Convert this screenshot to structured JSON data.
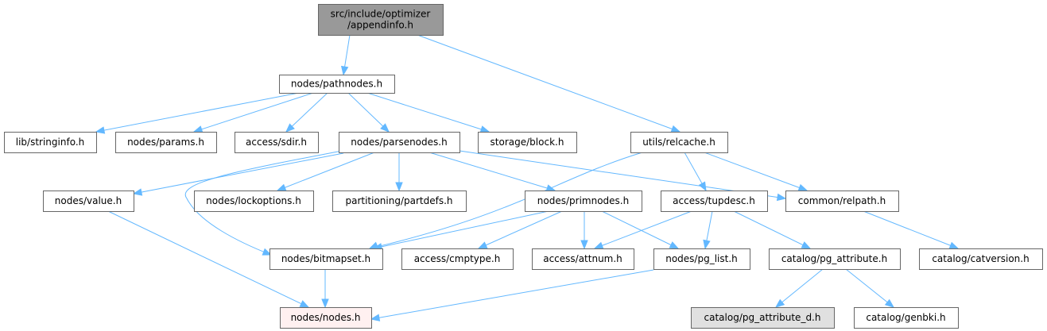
{
  "diagram": {
    "type": "include-dependency-graph",
    "colors": {
      "edge": "#63b8ff",
      "root_fill": "#999999",
      "node_fill": "#ffffff",
      "node_border": "#666666",
      "missing_fill": "#e0e0e0",
      "highlight_fill": "#fff0f0",
      "highlight_border": "#ff0000"
    },
    "nodes": [
      {
        "id": "appendinfo",
        "lines": [
          "src/include/optimizer",
          "/appendinfo.h"
        ],
        "style": "root"
      },
      {
        "id": "pathnodes",
        "lines": [
          "nodes/pathnodes.h"
        ],
        "style": "normal"
      },
      {
        "id": "relcache",
        "lines": [
          "utils/relcache.h"
        ],
        "style": "normal"
      },
      {
        "id": "stringinfo",
        "lines": [
          "lib/stringinfo.h"
        ],
        "style": "normal"
      },
      {
        "id": "params",
        "lines": [
          "nodes/params.h"
        ],
        "style": "normal"
      },
      {
        "id": "sdir",
        "lines": [
          "access/sdir.h"
        ],
        "style": "normal"
      },
      {
        "id": "parsenodes",
        "lines": [
          "nodes/parsenodes.h"
        ],
        "style": "normal"
      },
      {
        "id": "block",
        "lines": [
          "storage/block.h"
        ],
        "style": "normal"
      },
      {
        "id": "value",
        "lines": [
          "nodes/value.h"
        ],
        "style": "normal"
      },
      {
        "id": "lockoptions",
        "lines": [
          "nodes/lockoptions.h"
        ],
        "style": "normal"
      },
      {
        "id": "partdefs",
        "lines": [
          "partitioning/partdefs.h"
        ],
        "style": "normal"
      },
      {
        "id": "primnodes",
        "lines": [
          "nodes/primnodes.h"
        ],
        "style": "normal"
      },
      {
        "id": "tupdesc",
        "lines": [
          "access/tupdesc.h"
        ],
        "style": "normal"
      },
      {
        "id": "relpath",
        "lines": [
          "common/relpath.h"
        ],
        "style": "normal"
      },
      {
        "id": "bitmapset",
        "lines": [
          "nodes/bitmapset.h"
        ],
        "style": "normal"
      },
      {
        "id": "cmptype",
        "lines": [
          "access/cmptype.h"
        ],
        "style": "normal"
      },
      {
        "id": "attnum",
        "lines": [
          "access/attnum.h"
        ],
        "style": "normal"
      },
      {
        "id": "pg_list",
        "lines": [
          "nodes/pg_list.h"
        ],
        "style": "normal"
      },
      {
        "id": "pg_attribute",
        "lines": [
          "catalog/pg_attribute.h"
        ],
        "style": "normal"
      },
      {
        "id": "catversion",
        "lines": [
          "catalog/catversion.h"
        ],
        "style": "normal"
      },
      {
        "id": "nodes",
        "lines": [
          "nodes/nodes.h"
        ],
        "style": "highlight"
      },
      {
        "id": "pg_attribute_d",
        "lines": [
          "catalog/pg_attribute_d.h"
        ],
        "style": "missing"
      },
      {
        "id": "genbki",
        "lines": [
          "catalog/genbki.h"
        ],
        "style": "normal"
      }
    ],
    "edges": [
      {
        "from": "appendinfo",
        "to": "pathnodes"
      },
      {
        "from": "appendinfo",
        "to": "relcache"
      },
      {
        "from": "pathnodes",
        "to": "stringinfo"
      },
      {
        "from": "pathnodes",
        "to": "params"
      },
      {
        "from": "pathnodes",
        "to": "sdir"
      },
      {
        "from": "pathnodes",
        "to": "parsenodes"
      },
      {
        "from": "pathnodes",
        "to": "block"
      },
      {
        "from": "parsenodes",
        "to": "value"
      },
      {
        "from": "parsenodes",
        "to": "bitmapset"
      },
      {
        "from": "parsenodes",
        "to": "lockoptions"
      },
      {
        "from": "parsenodes",
        "to": "partdefs"
      },
      {
        "from": "parsenodes",
        "to": "primnodes"
      },
      {
        "from": "parsenodes",
        "to": "relpath"
      },
      {
        "from": "relcache",
        "to": "bitmapset"
      },
      {
        "from": "relcache",
        "to": "tupdesc"
      },
      {
        "from": "relcache",
        "to": "relpath"
      },
      {
        "from": "value",
        "to": "nodes"
      },
      {
        "from": "primnodes",
        "to": "bitmapset"
      },
      {
        "from": "primnodes",
        "to": "cmptype"
      },
      {
        "from": "primnodes",
        "to": "attnum"
      },
      {
        "from": "primnodes",
        "to": "pg_list"
      },
      {
        "from": "tupdesc",
        "to": "attnum"
      },
      {
        "from": "tupdesc",
        "to": "pg_list"
      },
      {
        "from": "tupdesc",
        "to": "pg_attribute"
      },
      {
        "from": "relpath",
        "to": "catversion"
      },
      {
        "from": "bitmapset",
        "to": "nodes"
      },
      {
        "from": "pg_list",
        "to": "nodes"
      },
      {
        "from": "pg_attribute",
        "to": "pg_attribute_d"
      },
      {
        "from": "pg_attribute",
        "to": "genbki"
      }
    ]
  }
}
